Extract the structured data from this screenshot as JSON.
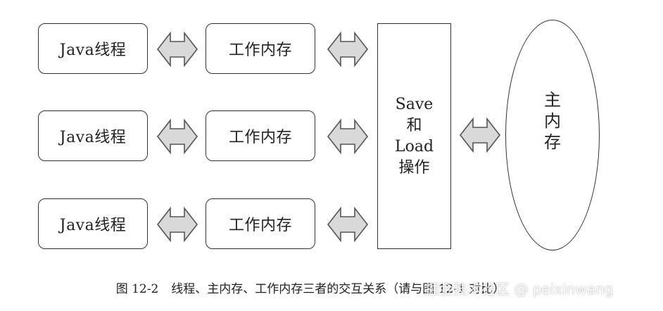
{
  "diagram": {
    "threads": [
      "Java线程",
      "Java线程",
      "Java线程"
    ],
    "working_memories": [
      "工作内存",
      "工作内存",
      "工作内存"
    ],
    "save_load": [
      "Save",
      "和",
      "Load",
      "操作"
    ],
    "main_memory": [
      "主",
      "内",
      "存"
    ]
  },
  "caption": {
    "number": "图 12-2",
    "text": "线程、主内存、工作内存三者的交互关系（请与图 12-1 对比）"
  },
  "watermark": "掘金技术社区 @ peixinwang",
  "colors": {
    "arrow_fill": "#d9d9d9",
    "arrow_stroke": "#555555",
    "box_border": "#333333"
  }
}
